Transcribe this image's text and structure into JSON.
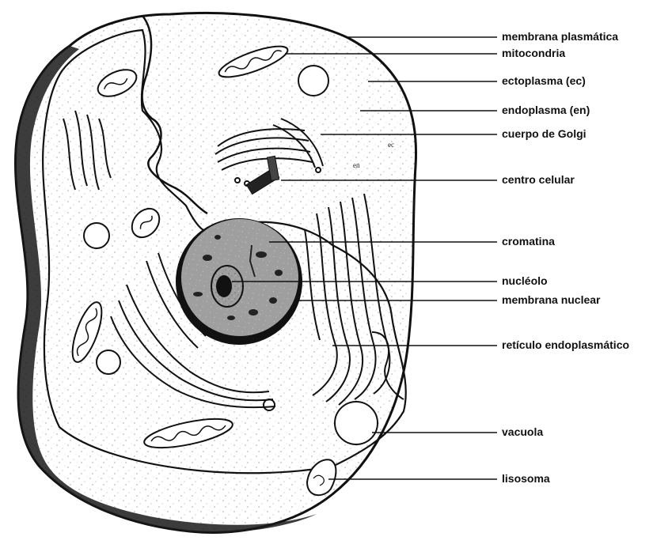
{
  "labels": {
    "membrana_plasmatica": "membrana plasmática",
    "mitocondria": "mitocondria",
    "ectoplasma": "ectoplasma (ec)",
    "endoplasma": "endoplasma (en)",
    "cuerpo_golgi": "cuerpo de Golgi",
    "centro_celular": "centro celular",
    "cromatina": "cromatina",
    "nucleolo": "nucléolo",
    "membrana_nuclear": "membrana nuclear",
    "reticulo": "retículo endoplasmático",
    "vacuola": "vacuola",
    "lisosoma": "lisosoma"
  },
  "marks": {
    "ec": "ec",
    "en": "en"
  },
  "colors": {
    "ink": "#111111",
    "paper": "#ffffff",
    "stipple": "#555555"
  }
}
